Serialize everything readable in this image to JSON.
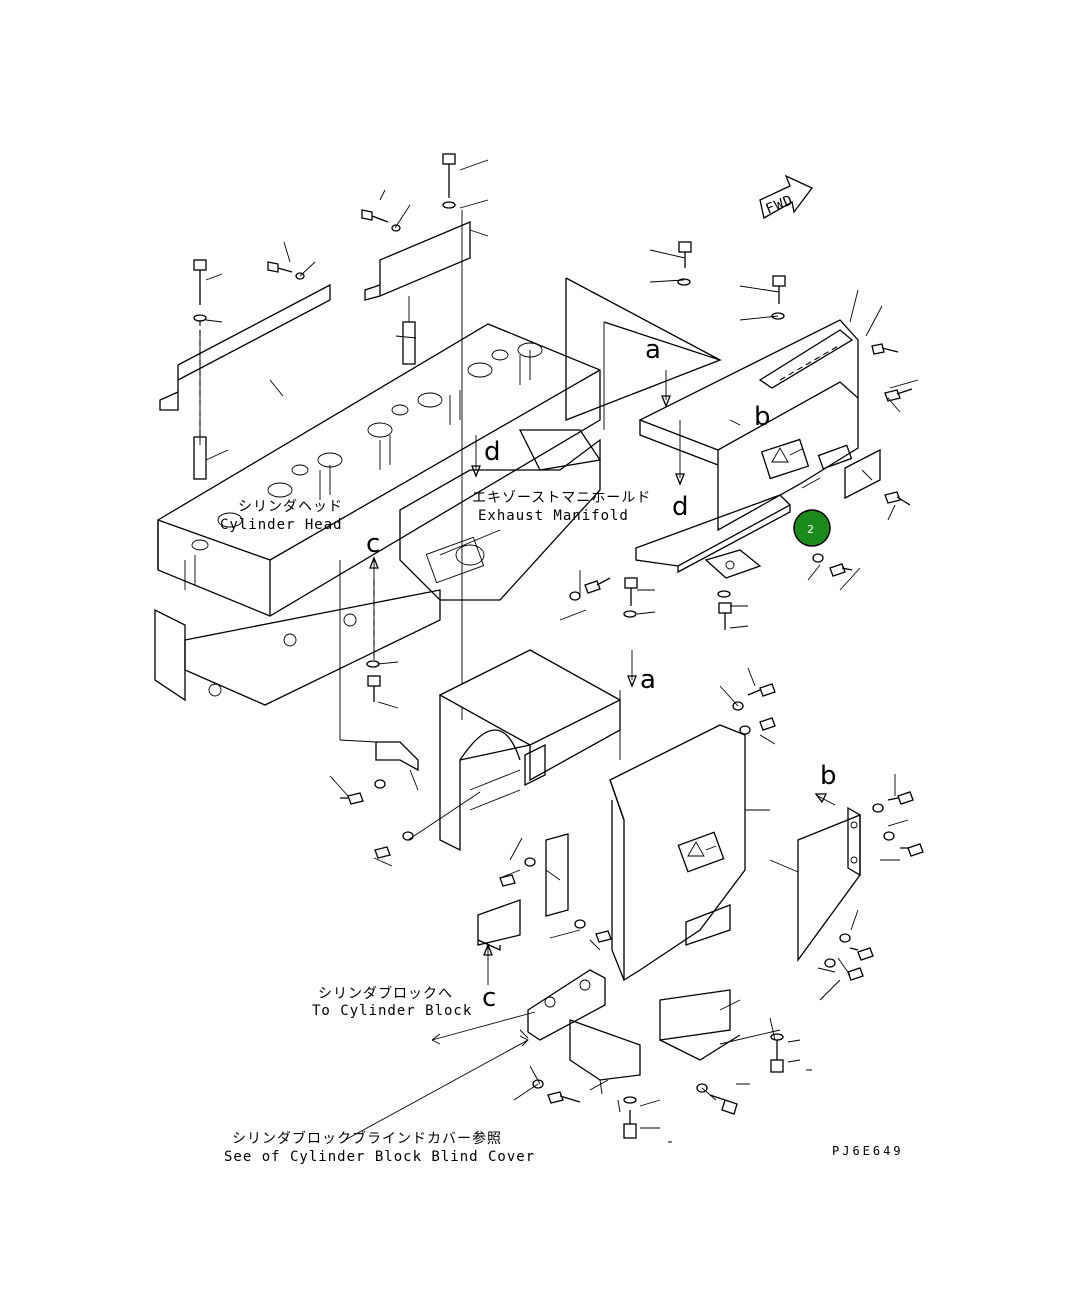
{
  "fwd_label": "FWD",
  "labels": {
    "cylinder_head_jp": "シリンダヘッド",
    "cylinder_head_en": "Cylinder Head",
    "exhaust_manifold_jp": "エキゾーストマニホールド",
    "exhaust_manifold_en": "Exhaust Manifold",
    "to_cylinder_block_jp": "シリンダブロックへ",
    "to_cylinder_block_en": "To Cylinder Block",
    "see_blind_cover_jp": "シリンダブロックブラインドカバー参照",
    "see_blind_cover_en": "See of Cylinder Block Blind Cover"
  },
  "ref_letters": {
    "a_top": "a",
    "a_bottom": "a",
    "b_top": "b",
    "b_bottom": "b",
    "c_top": "c",
    "c_bottom": "c",
    "d_top": "d",
    "d_bottom": "d"
  },
  "drawing_code": "PJ6E649",
  "callout": {
    "number": "2",
    "color": "#1a8a1a"
  }
}
